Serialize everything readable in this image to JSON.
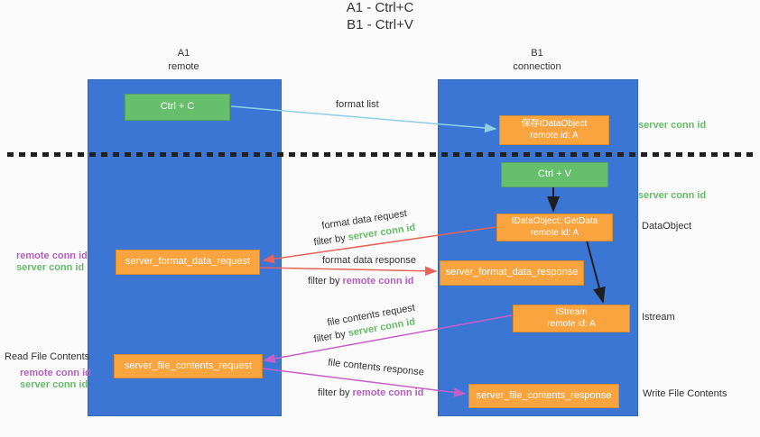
{
  "colors": {
    "bg": "#fafafa",
    "lane": "#3b76d4",
    "green": "#68bf6b",
    "orange": "#f9a43f",
    "arrow-blue": "#90cfe8",
    "arrow-red": "#e8635a",
    "arrow-magenta": "#c85fc8",
    "arrow-black": "#1f1f1f",
    "text-green": "#67bb6a",
    "text-purple": "#b35fc0",
    "text-dark": "#333333"
  },
  "title": {
    "line1": "A1 - Ctrl+C",
    "line2": "B1 - Ctrl+V"
  },
  "lanes": {
    "left": {
      "name": "A1",
      "sub": "remote"
    },
    "right": {
      "name": "B1",
      "sub": "connection"
    }
  },
  "nodes": {
    "ctrl_c": "Ctrl + C",
    "save_obj_line1": "保存IDataObject",
    "save_obj_line2": "remote id: A",
    "ctrl_v": "Ctrl + V",
    "getdata_line1": "IDataObject::GetData",
    "getdata_line2": "remote id: A",
    "format_request": "server_format_data_request",
    "format_response": "server_format_data_response",
    "istream_line1": "IStream",
    "istream_line2": "remote id: A",
    "file_request": "server_file_contents_request",
    "file_response": "server_file_contents_response"
  },
  "labels": {
    "format_list": "format list",
    "server_conn_id_top": "server conn id",
    "server_conn_id_mid": "server conn id",
    "dataobject": "DataObject",
    "istream": "Istream",
    "write_file": "Write File Contents",
    "read_file": "Read File Contents",
    "format_data_request": "format data request",
    "format_data_response": "format data response",
    "file_contents_request": "file contents request",
    "file_contents_response": "file contents response",
    "filter_by": "filter by",
    "server_conn_id": "server conn id",
    "remote_conn_id": "remote conn id",
    "left_remote_conn_id": "remote conn id",
    "left_server_conn_id": "server conn id",
    "bottom_remote_conn_id": "remote conn id",
    "bottom_server_conn_id": "server conn id"
  }
}
